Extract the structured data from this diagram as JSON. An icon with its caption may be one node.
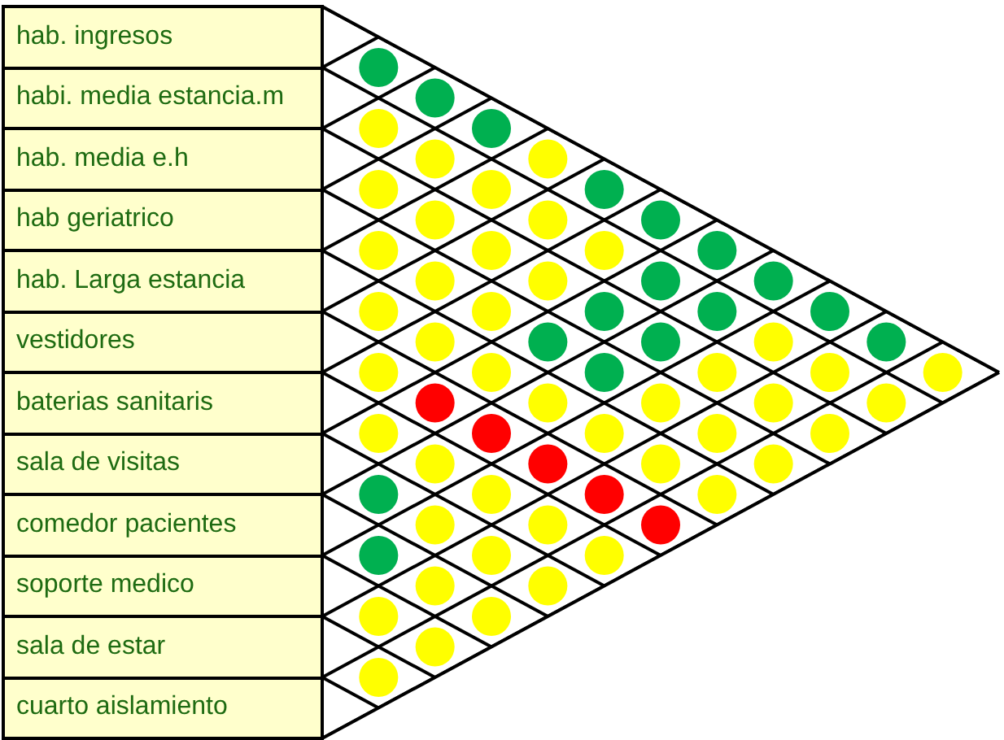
{
  "diagram": {
    "nodes": [
      {
        "text": [
          "hab. ingresos"
        ]
      },
      {
        "text": [
          "habi. media estancia.m"
        ]
      },
      {
        "text": [
          "hab. media e.h"
        ]
      },
      {
        "text": [
          "hab geriatrico"
        ]
      },
      {
        "text": [
          "hab. Larga estancia"
        ]
      },
      {
        "text": [
          "vestidores"
        ]
      },
      {
        "text": [
          "baterias sanitaris"
        ]
      },
      {
        "text": [
          "sala de visitas"
        ]
      },
      {
        "text": [
          "comedor pacientes"
        ]
      },
      {
        "text": [
          "soporte medico"
        ]
      },
      {
        "text": [
          "sala de estar"
        ]
      },
      {
        "text": [
          "cuarto aislamiento"
        ]
      }
    ]
  }
}
